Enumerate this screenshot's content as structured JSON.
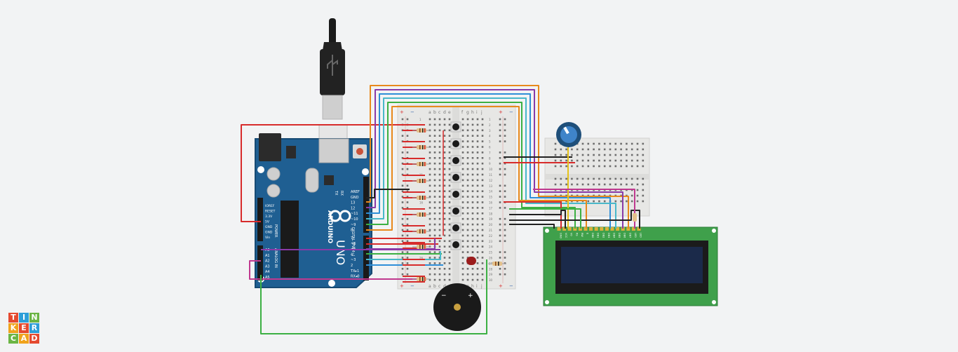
{
  "app": {
    "logo_letters": [
      "T",
      "I",
      "N",
      "K",
      "E",
      "R",
      "C",
      "A",
      "D"
    ],
    "logo_colors": [
      "#e5492f",
      "#2d9ed8",
      "#6bb544",
      "#f0a31c",
      "#e5492f",
      "#2d9ed8",
      "#6bb544",
      "#f0a31c",
      "#e5492f"
    ]
  },
  "arduino": {
    "brand": "ARDUINO",
    "model": "UNO",
    "digital_label": "DIGITAL (PWM~)",
    "analog_label": "ANALOG IN",
    "power_label": "POWER",
    "tx_label": "TX",
    "rx_label": "RX",
    "power_pins": [
      "IOREF",
      "RESET",
      "3.3V",
      "5V",
      "GND",
      "GND",
      "Vin"
    ],
    "analog_pins": [
      "A0",
      "A1",
      "A2",
      "A3",
      "A4",
      "A5"
    ],
    "top_pins": [
      "AREF",
      "GND",
      "13",
      "12",
      "~11",
      "~10",
      "~9",
      "8"
    ],
    "bottom_pins": [
      "7",
      "~6",
      "~5",
      "4",
      "~3",
      "2",
      "TX▸1",
      "RX◂0"
    ]
  },
  "breadboard": {
    "columns_left": [
      "a",
      "b",
      "c",
      "d",
      "e"
    ],
    "columns_right": [
      "f",
      "g",
      "h",
      "i",
      "j"
    ],
    "rail_plus": "+",
    "rail_minus": "−",
    "row_numbers": [
      "1",
      "2",
      "3",
      "4",
      "5",
      "6",
      "7",
      "8",
      "9",
      "10",
      "11",
      "12",
      "13",
      "14",
      "15",
      "16",
      "17",
      "18",
      "19",
      "20",
      "21",
      "22",
      "23",
      "24",
      "25",
      "26",
      "27",
      "28",
      "29",
      "30"
    ]
  },
  "lcd": {
    "pins": [
      "GND",
      "VCC",
      "V0",
      "RS",
      "RW",
      "E",
      "DB0",
      "DB1",
      "DB2",
      "DB3",
      "DB4",
      "DB5",
      "DB6",
      "DB7",
      "LED",
      "LED"
    ]
  },
  "buzzer": {
    "plus": "+",
    "minus": "−"
  },
  "colors": {
    "arduino": "#1f5f92",
    "breadboard": "#e7e7e5",
    "lcd_pcb": "#3fa04b",
    "lcd_screen": "#1b2a4a",
    "wire_red": "#d72b2b",
    "wire_green": "#3cb043",
    "wire_orange": "#e8891c",
    "wire_purple": "#8a3aa8",
    "wire_blue": "#2f8fd8",
    "wire_cyan": "#49b8c9",
    "wire_black": "#222222",
    "wire_yellow": "#e5c21a",
    "wire_magenta": "#c0398f"
  }
}
